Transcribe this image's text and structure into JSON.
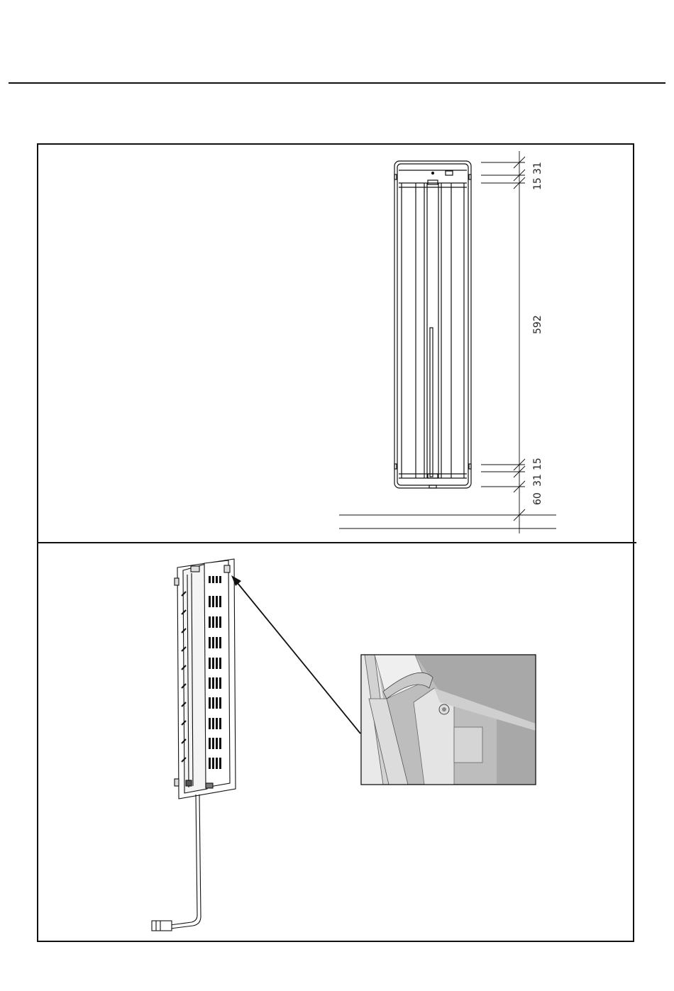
{
  "dimensions": {
    "top_15": "15",
    "top_31": "31",
    "height_592": "592",
    "bottom_31": "31",
    "bottom_15": "15",
    "bottom_60": "60"
  }
}
